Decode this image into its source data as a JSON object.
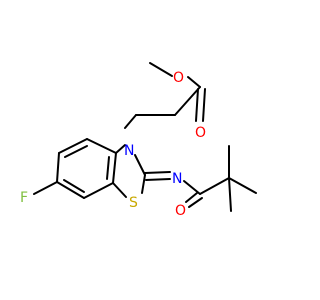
{
  "molecule": {
    "atoms": {
      "O_ester": {
        "label": "O",
        "color": "#ff0000"
      },
      "O_carbonyl": {
        "label": "O",
        "color": "#ff0000"
      },
      "N_ring": {
        "label": "N",
        "color": "#0000ff"
      },
      "N_imine": {
        "label": "N",
        "color": "#0000ff"
      },
      "F": {
        "label": "F",
        "color": "#7fbf3f"
      },
      "S": {
        "label": "S",
        "color": "#c8a800"
      },
      "O_amide": {
        "label": "O",
        "color": "#ff0000"
      }
    },
    "bond_color": "#000000",
    "background": "#ffffff"
  }
}
